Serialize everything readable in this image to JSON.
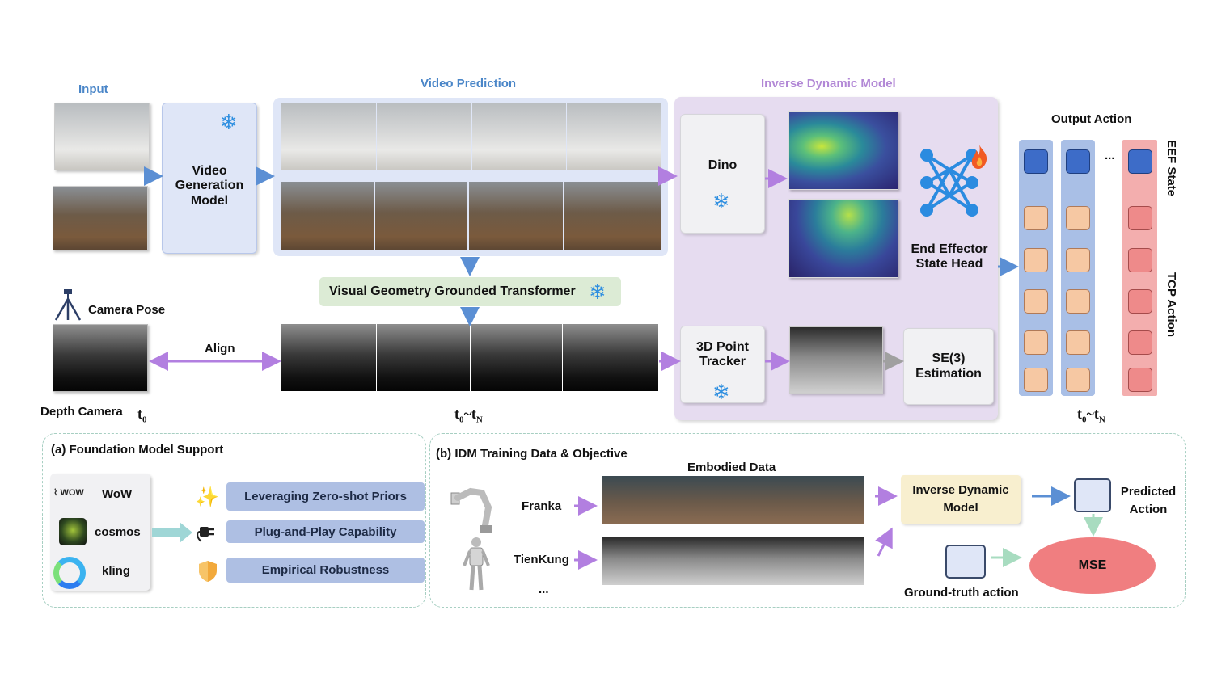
{
  "headers": {
    "input": "Input",
    "video_prediction_a": "Video",
    "video_prediction_b": "Prediction",
    "idm": "Inverse Dynamic Model",
    "output_action": "Output Action"
  },
  "boxes": {
    "video_gen_model": "Video Generation Model",
    "vggt": "Visual Geometry Grounded Transformer",
    "dino": "Dino",
    "end_effector_head": "End Effector State Head",
    "point_tracker": "3D Point Tracker",
    "se3": "SE(3) Estimation"
  },
  "labels": {
    "camera_pose": "Camera Pose",
    "align": "Align",
    "depth_camera": "Depth Camera",
    "t0": "t",
    "t0_sub": "0",
    "t_range_a": "t",
    "t_range_a_sub": "0",
    "t_range_tilde": "~t",
    "t_range_sub_n": "N",
    "eef_state": "EEF State",
    "tcp_action": "TCP Action",
    "ellipsis": "..."
  },
  "panel_a": {
    "title": "(a) Foundation Model Support",
    "models": [
      {
        "name": "WoW",
        "logo_text": "WOW",
        "icon": "wow-logo-icon"
      },
      {
        "name": "cosmos",
        "icon": "cosmos-logo-icon"
      },
      {
        "name": "kling",
        "icon": "kling-logo-icon"
      }
    ],
    "capabilities": [
      {
        "label": "Leveraging Zero-shot Priors",
        "icon": "sparkles-icon"
      },
      {
        "label": "Plug-and-Play Capability",
        "icon": "plug-icon"
      },
      {
        "label": "Empirical Robustness",
        "icon": "shield-icon"
      }
    ]
  },
  "panel_b": {
    "title": "(b) IDM Training Data & Objective",
    "embodied_data": "Embodied Data",
    "robots": [
      "Franka",
      "TienKung"
    ],
    "more": "...",
    "idm_box": "Inverse Dynamic Model",
    "predicted_action": "Predicted Action",
    "gt_action": "Ground-truth action",
    "loss": "MSE"
  },
  "colors": {
    "blue_arrow": "#5b8fd4",
    "purple_arrow": "#b27fe0",
    "idm_bg": "#e6dcf0",
    "video_gen_bg": "#dfe6f7",
    "vggt_bg": "#dcebd5",
    "output_col": "#a9bfe6",
    "tcp_col": "#f3aeae",
    "eef_blue": "#3d6cc8",
    "tcp_orange": "#f6c8a3",
    "tcp_red": "#ee8a8a",
    "mse_red": "#f07e80",
    "idm_yellow": "#f8efcf"
  }
}
